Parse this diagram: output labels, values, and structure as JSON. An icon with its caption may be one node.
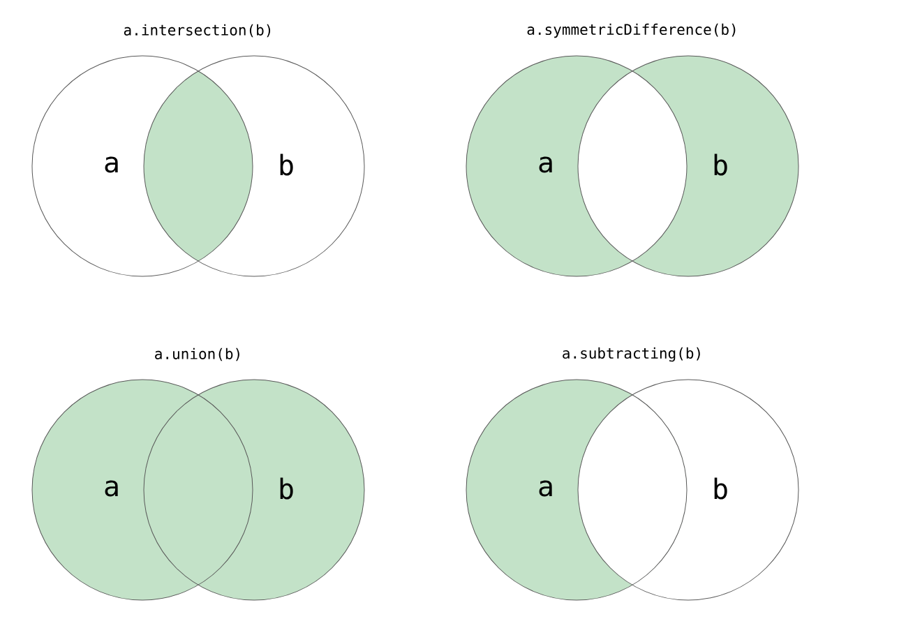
{
  "diagram": {
    "nodes": [
      {
        "text": [
          "a"
        ]
      },
      {
        "text": [
          "b"
        ]
      },
      {
        "text": [
          "a"
        ]
      },
      {
        "text": [
          "b"
        ]
      },
      {
        "text": [
          "a"
        ]
      },
      {
        "text": [
          "b"
        ]
      },
      {
        "text": [
          "a"
        ]
      },
      {
        "text": [
          "b"
        ]
      }
    ],
    "labels": [
      "a.intersection(b)",
      "a.symmetricDifference(b)",
      "a.union(b)",
      "a.subtracting(b)"
    ]
  }
}
